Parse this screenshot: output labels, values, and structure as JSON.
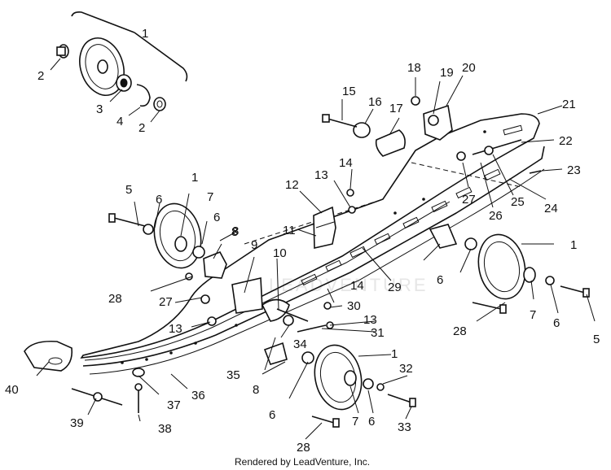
{
  "diagram": {
    "callouts": [
      "1",
      "2",
      "3",
      "4",
      "2",
      "18",
      "19",
      "20",
      "15",
      "16",
      "17",
      "21",
      "22",
      "23",
      "14",
      "13",
      "24",
      "25",
      "26",
      "27",
      "12",
      "11",
      "10",
      "9",
      "8",
      "29",
      "1",
      "5",
      "6",
      "7",
      "6",
      "8",
      "28",
      "27",
      "14",
      "30",
      "13",
      "31",
      "34",
      "13",
      "35",
      "1",
      "32",
      "8",
      "6",
      "7",
      "6",
      "33",
      "28",
      "40",
      "39",
      "38",
      "37",
      "36",
      "1",
      "6",
      "28",
      "7",
      "6",
      "5"
    ]
  },
  "footer": {
    "credit": "Rendered by LeadVenture, Inc."
  },
  "watermark": {
    "text": "LEADVENTURE"
  }
}
